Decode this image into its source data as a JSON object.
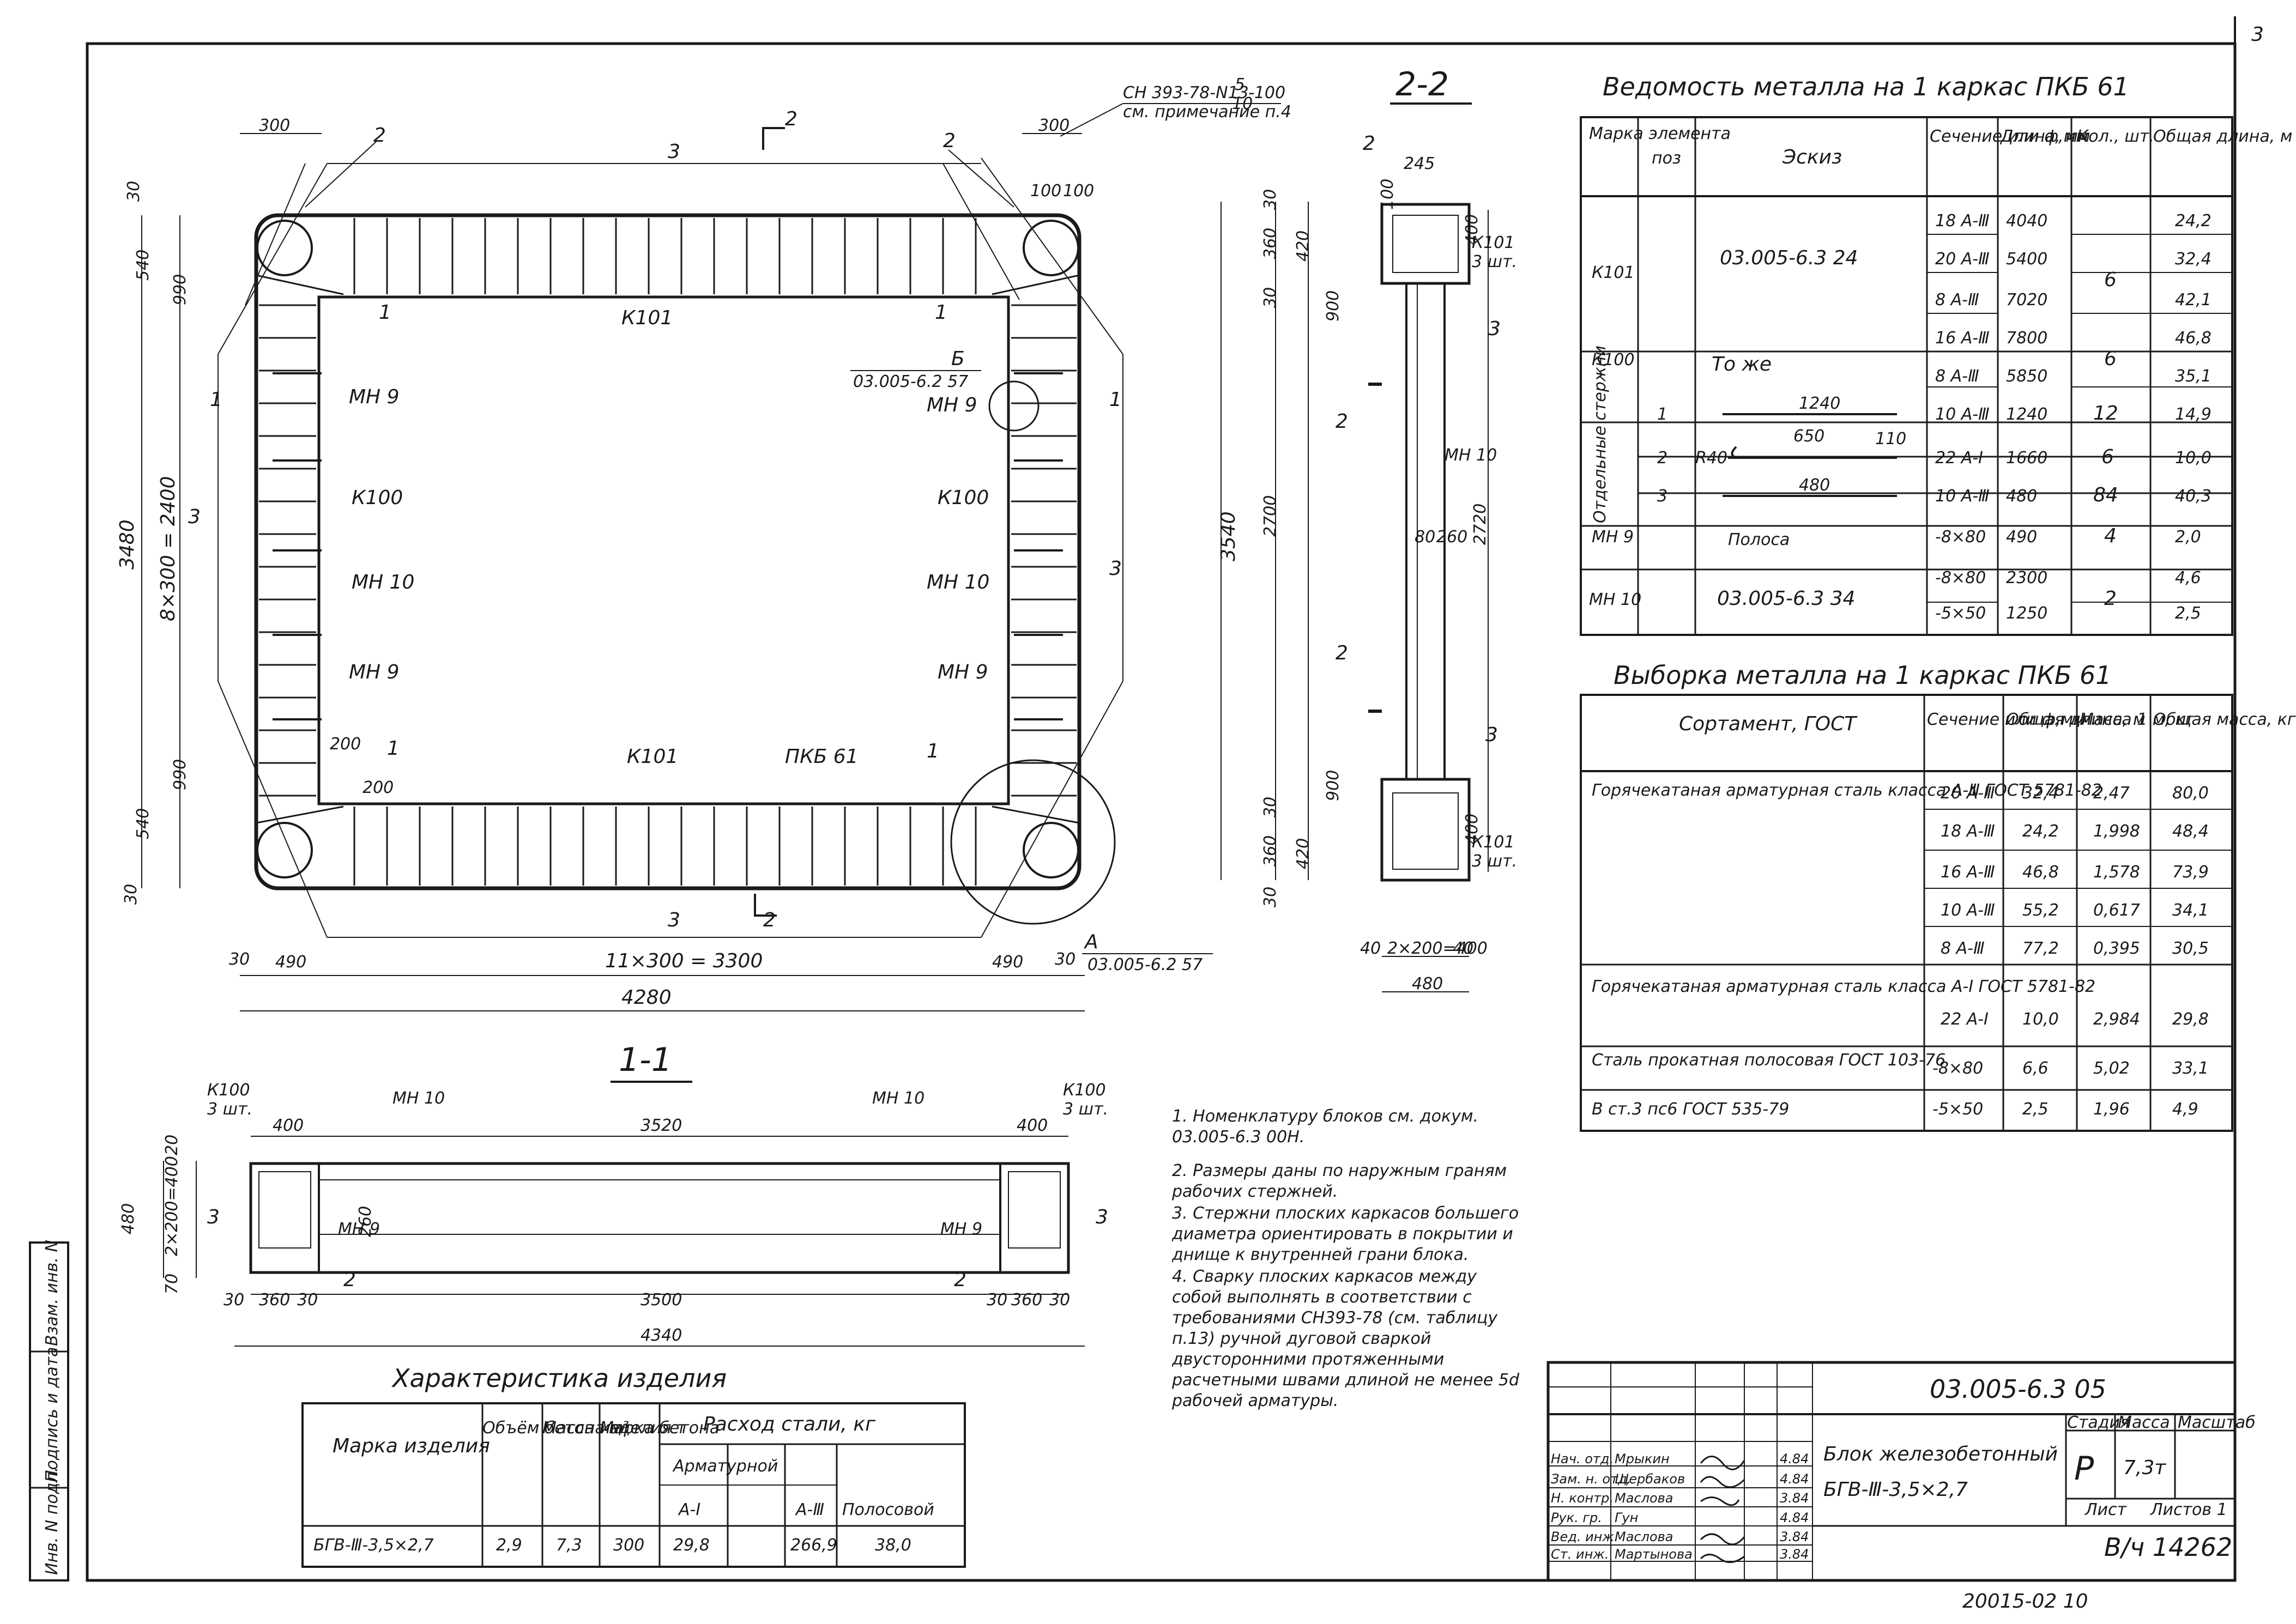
{
  "page_number": "3",
  "plan": {
    "top_left_offset": "300",
    "top_right_offset": "300",
    "width_total": "4280",
    "bottom_left": "490",
    "bottom_right": "490",
    "bottom_mid": "11×300 = 3300",
    "edge": "30",
    "height_total": "3480",
    "left_mid": "8×300 = 2400",
    "left_top": "540",
    "left_top2": "990",
    "left_bot": "540",
    "left_bot2": "990",
    "dims_small": [
      "100",
      "200",
      "200",
      "100"
    ],
    "labels": {
      "k101_top": "К101",
      "k101_bot": "К101",
      "k100_l": "К100",
      "k100_r": "К100",
      "mn9_1": "МН 9",
      "mn10_l": "МН 10",
      "mn9_2": "МН 9",
      "mn9_3": "МН 9",
      "mn10_r": "МН 10",
      "mn9_4": "МН 9",
      "pkb": "ПКБ 61",
      "b_label": "Б",
      "b_ref": "03.005-6.2 57",
      "a_label": "А",
      "a_ref": "03.005-6.2 57",
      "sn_ref": "СН 393-78-N13-",
      "sn_frac_num": "5",
      "sn_frac_den": "10",
      "sn_frac_tail": "-100",
      "sn_note": "см. примечание п.4",
      "pos1": "1",
      "pos2": "2",
      "pos3": "3",
      "cut2": "2",
      "cut1": "1"
    }
  },
  "section22": {
    "title": "2-2",
    "dims_left": [
      "30",
      "360",
      "30",
      "2700",
      "30",
      "360",
      "30"
    ],
    "dims_left2": [
      "420",
      "900",
      "900",
      "420"
    ],
    "dim_total": "3540",
    "dim_right": "2720",
    "dim_top": "245",
    "dim_100": "100",
    "dim_top400": "400",
    "dim_bot400": "400",
    "dim_80": "80",
    "dim_260": "260",
    "bottom_dims": [
      "40",
      "2×200=400",
      "40"
    ],
    "bottom_total": "480",
    "k101_top": "К101",
    "k101_top_q": "3 шт.",
    "k101_bot": "К101",
    "k101_bot_q": "3 шт.",
    "mn10": "МН 10",
    "pos": [
      "2",
      "3",
      "2",
      "2",
      "3"
    ]
  },
  "section11": {
    "title": "1-1",
    "k100_l": "К100",
    "k100_l_q": "3 шт.",
    "k100_r": "К100",
    "k100_r_q": "3 шт.",
    "mn10_l": "МН 10",
    "mn10_r": "МН 10",
    "mn9_l": "МН 9",
    "mn9_r": "МН 9",
    "d400_l": "400",
    "d3520": "3520",
    "d400_r": "400",
    "d480": "480",
    "d20": "20",
    "d2x200": "2×200=400",
    "d70": "70",
    "d260": "260",
    "d30a": "30",
    "d360a": "360",
    "d30b": "30",
    "d3500": "3500",
    "d30c": "30",
    "d360b": "360",
    "d30d": "30",
    "d4340": "4340",
    "p3_l": "3",
    "p3_r": "3",
    "p2_l": "2",
    "p2_r": "2"
  },
  "metal_sheet": {
    "title": "Ведомость металла на 1 каркас ПКБ 61",
    "headers": [
      "Марка элемента",
      "поз",
      "Эскиз",
      "Сечение или ф,мм",
      "Длина, мм",
      "Кол., шт.",
      "Общая длина, м"
    ],
    "rows": [
      {
        "mark": "К101",
        "pos": "",
        "sketch": "03.005-6.3 24",
        "qty": "6",
        "subs": [
          [
            "18 А-Ⅲ",
            "4040",
            "24,2"
          ],
          [
            "20 А-Ⅲ",
            "5400",
            "32,4"
          ],
          [
            "8 А-Ⅲ",
            "7020",
            "42,1"
          ]
        ]
      },
      {
        "mark": "К100",
        "pos": "",
        "sketch": "То же",
        "qty": "6",
        "subs": [
          [
            "16 А-Ⅲ",
            "7800",
            "46,8"
          ],
          [
            "8 А-Ⅲ",
            "5850",
            "35,1"
          ]
        ]
      },
      {
        "mark": "",
        "pos": "1",
        "sketch": "1240",
        "qty": "12",
        "subs": [
          [
            "10 А-Ⅲ",
            "1240",
            "14,9"
          ]
        ]
      },
      {
        "mark": "",
        "pos": "2",
        "sketch": "650",
        "qty": "6",
        "subs": [
          [
            "22 А-Ⅰ",
            "1660",
            "10,0"
          ]
        ]
      },
      {
        "mark": "",
        "pos": "3",
        "sketch": "480",
        "qty": "84",
        "subs": [
          [
            "10 А-Ⅲ",
            "480",
            "40,3"
          ]
        ]
      },
      {
        "mark": "МН 9",
        "pos": "",
        "sketch": "Полоса",
        "qty": "4",
        "subs": [
          [
            "-8×80",
            "490",
            "2,0"
          ]
        ]
      },
      {
        "mark": "МН 10",
        "pos": "",
        "sketch": "03.005-6.3 34",
        "qty": "2",
        "subs": [
          [
            "-8×80",
            "2300",
            "4,6"
          ],
          [
            "-5×50",
            "1250",
            "2,5"
          ]
        ]
      }
    ],
    "group_label": "Отдельные стержни",
    "sketch_extra": {
      "r40": "R40",
      "d110": "110"
    }
  },
  "metal_select": {
    "title": "Выборка металла на 1 каркас ПКБ 61",
    "headers": [
      "Сортамент, ГОСТ",
      "Сечение или ф,мм",
      "Общая длина, м",
      "Масса 1 м, кг",
      "Общая масса, кг"
    ],
    "groups": [
      {
        "name": "Горячекатаная арматурная сталь класса А-Ⅲ ГОСТ 5781-82",
        "rows": [
          [
            "20 А-Ⅲ",
            "32,4",
            "2,47",
            "80,0"
          ],
          [
            "18 А-Ⅲ",
            "24,2",
            "1,998",
            "48,4"
          ],
          [
            "16 А-Ⅲ",
            "46,8",
            "1,578",
            "73,9"
          ],
          [
            "10 А-Ⅲ",
            "55,2",
            "0,617",
            "34,1"
          ],
          [
            "8 А-Ⅲ",
            "77,2",
            "0,395",
            "30,5"
          ]
        ]
      },
      {
        "name": "Горячекатаная арматурная сталь класса А-Ⅰ ГОСТ 5781-82",
        "rows": [
          [
            "22 А-Ⅰ",
            "10,0",
            "2,984",
            "29,8"
          ]
        ]
      },
      {
        "name": "Сталь прокатная полосовая ГОСТ 103-76",
        "rows": [
          [
            "-8×80",
            "6,6",
            "5,02",
            "33,1"
          ]
        ]
      },
      {
        "name": "В ст.3 пс6 ГОСТ 535-79",
        "rows": [
          [
            "-5×50",
            "2,5",
            "1,96",
            "4,9"
          ]
        ]
      }
    ]
  },
  "notes": [
    "1. Номенклатуру блоков см. докум. 03.005-6.3 00Н.",
    "2. Размеры даны по наружным граням рабочих стержней.",
    "3. Стержни плоских каркасов большего диаметра ориентировать в покрытии и днище к внутренней грани блока.",
    "4. Сварку плоских каркасов между собой выполнять в соответствии с требованиями СН393-78 (см. таблицу п.13) ручной дуговой сваркой двусторонними протяженными расчетными швами длиной не менее 5d рабочей арматуры."
  ],
  "characteristics": {
    "title": "Характеристика изделия",
    "headers": [
      "Марка изделия",
      "Объём бетона м³",
      "Масса изделия т",
      "Марка бетона",
      "Расход стали, кг",
      "Арматурной",
      "А-Ⅰ",
      "А-Ⅲ",
      "Полосовой"
    ],
    "row": [
      "БГВ-Ⅲ-3,5×2,7",
      "2,9",
      "7,3",
      "300",
      "29,8",
      "266,9",
      "38,0"
    ]
  },
  "title_block": {
    "code": "03.005-6.3 05",
    "name_line1": "Блок железобетонный",
    "name_line2": "БГВ-Ⅲ-3,5×2,7",
    "stage_h": "Стадия",
    "mass_h": "Масса",
    "scale_h": "Масштаб",
    "stage": "Р",
    "mass": "7,3т",
    "sheet_h": "Лист",
    "sheets_h": "Листов 1",
    "org": "В/ч 14262",
    "roles": [
      "Нач. отд.",
      "Зам. н. отд.",
      "Н. контр.",
      "Рук. гр.",
      "Вед. инж.",
      "Ст. инж."
    ],
    "names": [
      "Мрыкин",
      "Щербаков",
      "Маслова",
      "Гун",
      "Маслова",
      "Мартынова"
    ],
    "dates": [
      "4.84",
      "4.84",
      "3.84",
      "4.84",
      "3.84",
      "3.84"
    ],
    "doc_no": "20015-02 10"
  },
  "side_stamp": [
    "Инв. N подл.",
    "Подпись и дата",
    "Взам. инв. N"
  ]
}
